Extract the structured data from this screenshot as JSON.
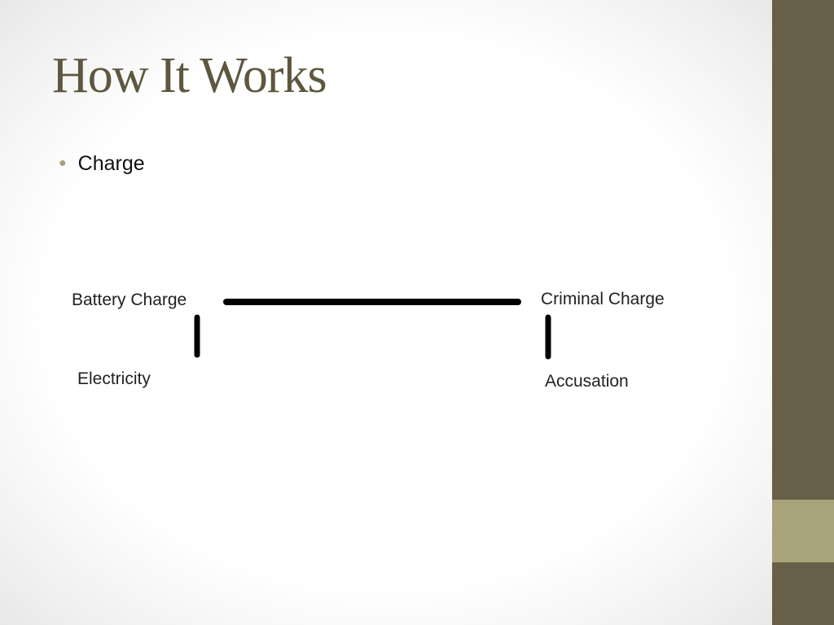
{
  "slide": {
    "title": "How It Works",
    "bullets": [
      "Charge"
    ]
  },
  "diagram": {
    "left_top": "Battery Charge",
    "left_bottom": "Electricity",
    "right_top": "Criminal Charge",
    "right_bottom": "Accusation"
  },
  "colors": {
    "title": "#5e573f",
    "sidebar": "#675f47",
    "sidebar_accent": "#a8a37b",
    "bullet": "#a8a37b"
  }
}
